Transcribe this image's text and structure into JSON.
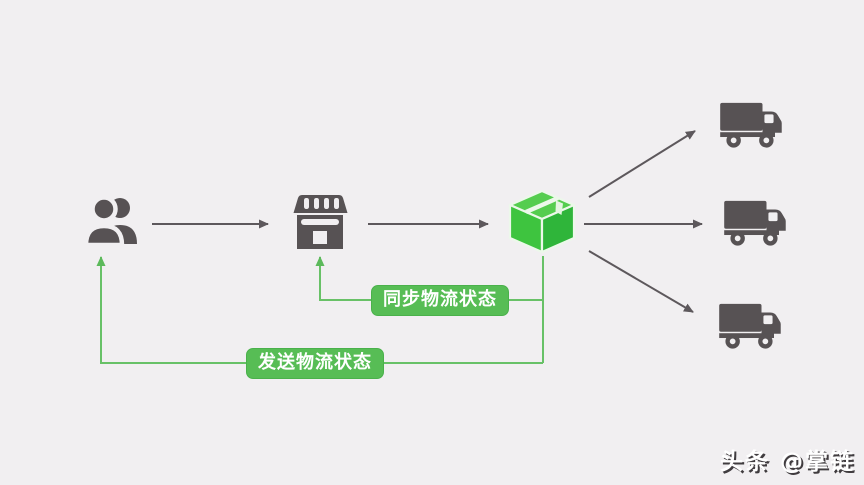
{
  "diagram": {
    "labels": {
      "sync": "同步物流状态",
      "send": "发送物流状态"
    },
    "watermark": "头条 @掌链",
    "nodes": {
      "customer": {
        "icon": "users-icon"
      },
      "merchant": {
        "icon": "storefront-icon"
      },
      "package": {
        "icon": "package-icon"
      },
      "carrier_1": {
        "icon": "truck-icon"
      },
      "carrier_2": {
        "icon": "truck-icon"
      },
      "carrier_3": {
        "icon": "truck-icon"
      }
    },
    "colors": {
      "background": "#f1eff1",
      "icon_gray": "#575254",
      "arrow_gray": "#5d585c",
      "flow_green": "#68c167",
      "label_green": "#57bd55",
      "package_green_top": "#55cd4f",
      "package_green_front": "#3ec43f",
      "package_green_side": "#2fb53a",
      "watermark_text": "#ffffff"
    }
  }
}
